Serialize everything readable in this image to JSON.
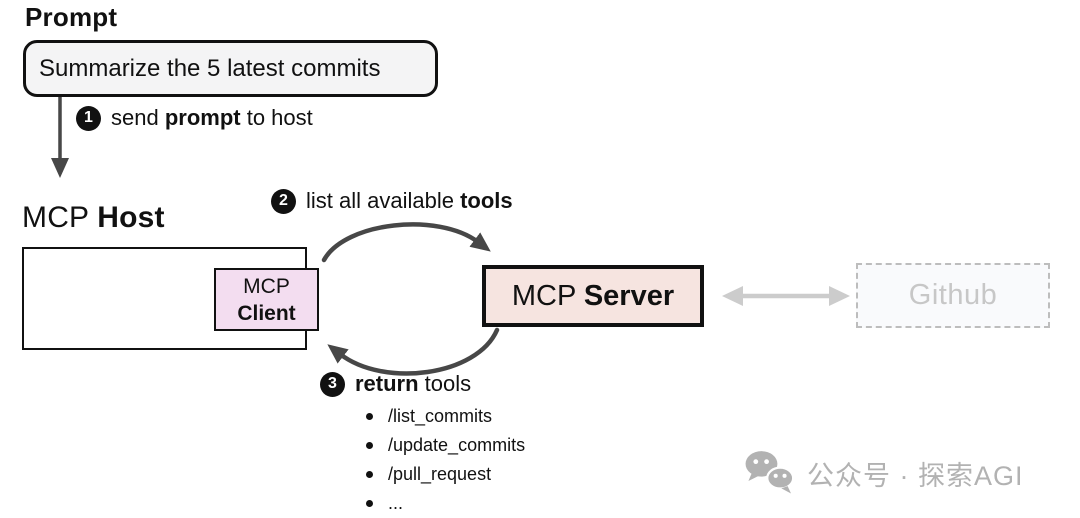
{
  "colors": {
    "prompt_bg": "#f4f4f5",
    "client_bg": "#f3ddf0",
    "server_bg": "#f6e4e0",
    "arrow_dark": "#474747",
    "arrow_light": "#cccccc",
    "github_bg": "#f9fafc",
    "github_border": "#bdbdbd",
    "github_text": "#c7c7c7",
    "watermark": "#b2b2b2"
  },
  "prompt": {
    "title": "Prompt",
    "text": "Summarize the 5 latest commits"
  },
  "steps": {
    "s1": {
      "num": "1",
      "pre": "send ",
      "bold": "prompt",
      "post": " to host"
    },
    "s2": {
      "num": "2",
      "pre": "list all available ",
      "bold": "tools",
      "post": ""
    },
    "s3": {
      "num": "3",
      "pre": "",
      "bold": "return",
      "post": " tools"
    }
  },
  "host": {
    "title_regular": "MCP ",
    "title_bold": "Host"
  },
  "client": {
    "line1": "MCP",
    "line2": "Client"
  },
  "server": {
    "label_regular": "MCP ",
    "label_bold": "Server"
  },
  "github": {
    "label": "Github"
  },
  "tools": {
    "items": [
      "/list_commits",
      "/update_commits",
      "/pull_request",
      "..."
    ]
  },
  "watermark": {
    "icon": "wechat-icon",
    "text": "公众号 · 探索AGI"
  }
}
